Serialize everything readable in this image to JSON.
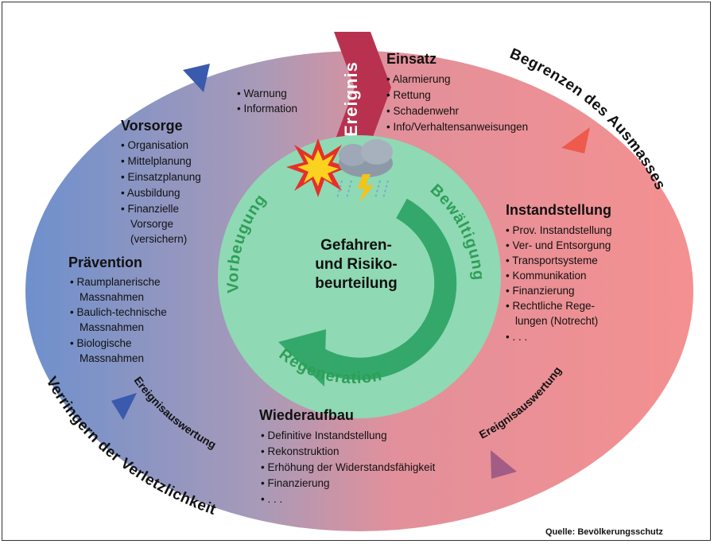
{
  "diagram": {
    "center": {
      "lines": [
        "Gefahren-",
        "und Risiko-",
        "beurteilung"
      ]
    },
    "inner_labels": {
      "left": "Vorbeugung",
      "right": "Bewältigung",
      "bottom": "Regeneration"
    },
    "event_label": "Ereignis",
    "outer_labels": {
      "top_right": "Begrenzen des Ausmasses",
      "bottom_left": "Verringern der Verletzlichkeit"
    },
    "evaluation_labels": {
      "left": "Ereignisauswertung",
      "right": "Ereignisauswertung"
    },
    "warning_items": [
      "Warnung",
      "Information"
    ],
    "sections": {
      "vorsorge": {
        "title": "Vorsorge",
        "items": [
          "Organisation",
          "Mittelplanung",
          "Einsatzplanung",
          "Ausbildung",
          "Finanzielle",
          "Vorsorge",
          "(versichern)"
        ]
      },
      "praevention": {
        "title": "Prävention",
        "items": [
          "Raumplanerische",
          "Massnahmen",
          "Baulich-technische",
          "Massnahmen",
          "Biologische",
          "Massnahmen"
        ]
      },
      "einsatz": {
        "title": "Einsatz",
        "items": [
          "Alarmierung",
          "Rettung",
          "Schadenwehr",
          "Info/Verhaltensanweisungen"
        ]
      },
      "instandstellung": {
        "title": "Instandstellung",
        "items": [
          "Prov. Instandstellung",
          "Ver- und Entsorgung",
          "Transportsysteme",
          "Kommunikation",
          "Finanzierung",
          "Rechtliche Rege-",
          "lungen (Notrecht)",
          ". . ."
        ]
      },
      "wiederaufbau": {
        "title": "Wiederaufbau",
        "items": [
          "Definitive Instandstellung",
          "Rekonstruktion",
          "Erhöhung der Widerstandsfähigkeit",
          "Finanzierung",
          ". . ."
        ]
      }
    },
    "source": "Quelle: Bevölkerungsschutz",
    "colors": {
      "blue": "#6f8fcb",
      "red": "#f18e8e",
      "inner": "#8ed9b4",
      "arrow": "#33a86a",
      "event": "#b8324f"
    }
  }
}
